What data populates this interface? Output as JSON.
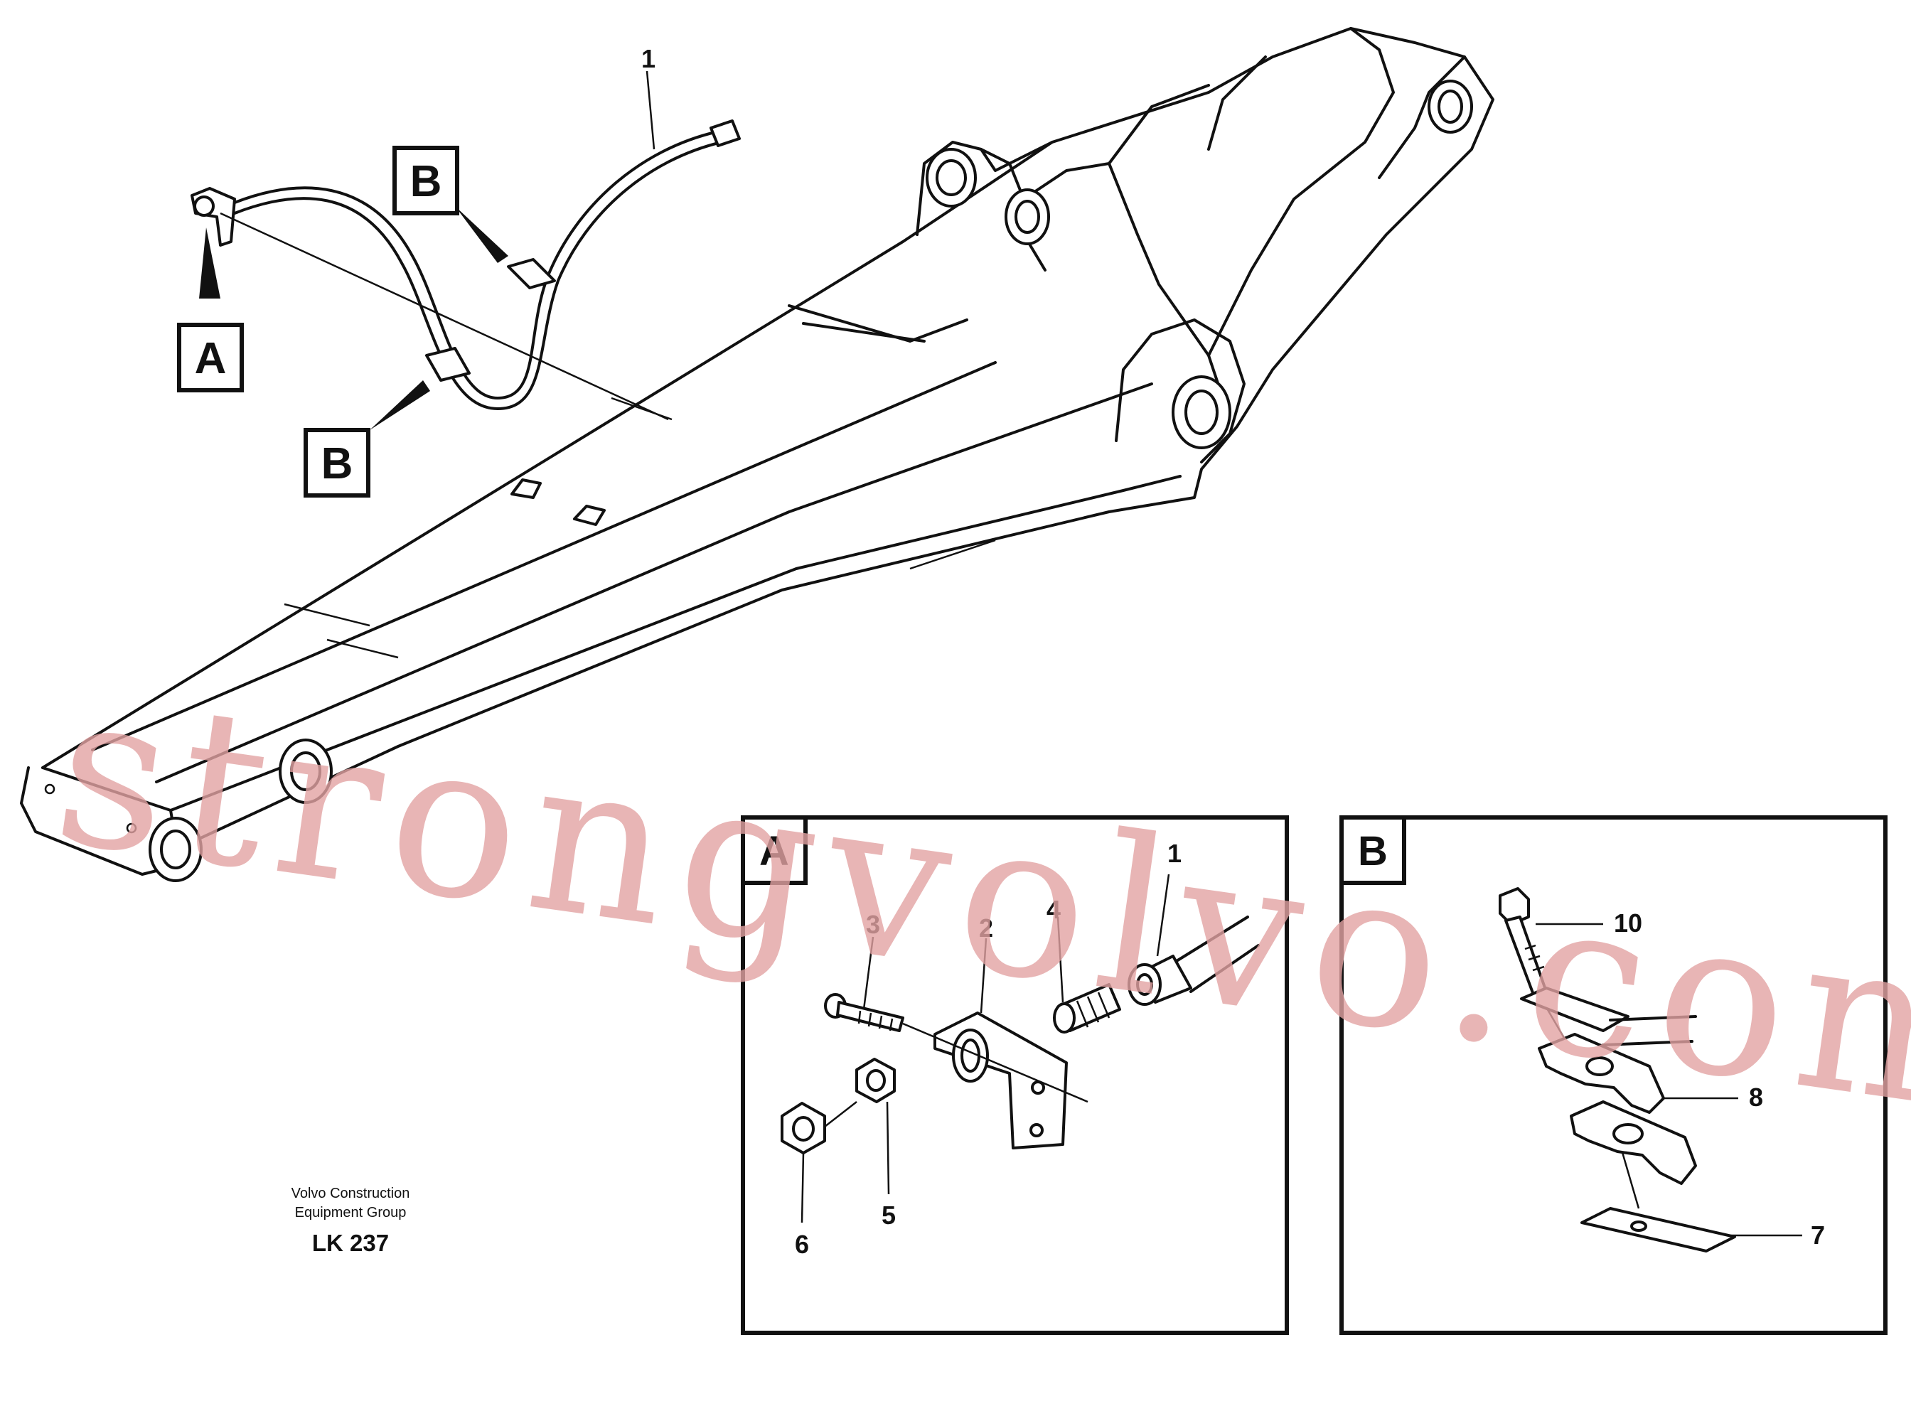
{
  "labels": {
    "part1_main": "1",
    "box_a": "A",
    "box_b_top": "B",
    "box_b_bottom": "B"
  },
  "detail_a": {
    "corner": "A",
    "parts": [
      "1",
      "2",
      "3",
      "4",
      "5",
      "6"
    ]
  },
  "detail_b": {
    "corner": "B",
    "parts": [
      "10",
      "8",
      "7"
    ]
  },
  "caption": {
    "line1": "Volvo Construction",
    "line2": "Equipment Group",
    "code": "LK 237"
  },
  "watermark": "strongvolvo.com",
  "colors": {
    "line": "#111111",
    "watermark": "#e2a3a3",
    "background": "#ffffff"
  }
}
